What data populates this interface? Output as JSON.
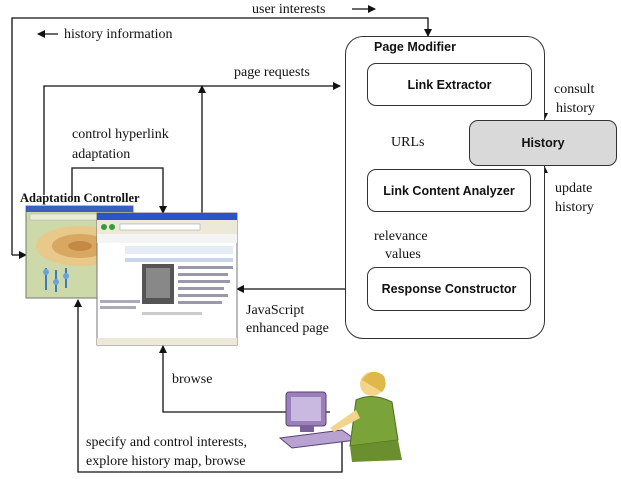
{
  "labels": {
    "user_interests": "user interests",
    "history_information": "history information",
    "page_requests": "page requests",
    "control_hyperlink": "control hyperlink",
    "adaptation": "adaptation",
    "urls": "URLs",
    "consult": "consult",
    "history_consult": "history",
    "update": "update",
    "history_update": "history",
    "relevance": "relevance",
    "values": "values",
    "javascript": "JavaScript",
    "enhanced_page": "enhanced page",
    "browse": "browse",
    "specify_line": "specify and control interests,",
    "explore_line": "explore history map, browse"
  },
  "components": {
    "page_modifier": "Page Modifier",
    "link_extractor": "Link Extractor",
    "history": "History",
    "link_content_analyzer": "Link Content Analyzer",
    "response_constructor": "Response Constructor",
    "adaptation_controller": "Adaptation Controller"
  },
  "colors": {
    "history_fill": "#d9d9d9",
    "controller_bg": "#cdd9a8",
    "controller_oval": "#e8c98a",
    "browser_title": "#2a55c8",
    "desk_purple": "#9b7fb8",
    "person_green": "#7aa33a"
  }
}
